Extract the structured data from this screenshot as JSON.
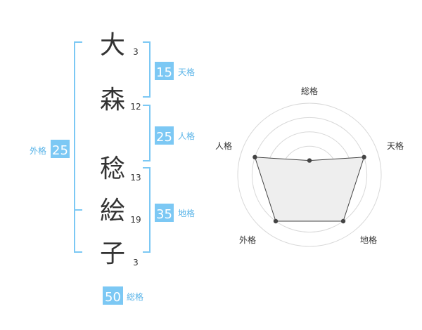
{
  "name": {
    "characters": [
      {
        "char": "大",
        "strokes": "3"
      },
      {
        "char": "森",
        "strokes": "12"
      },
      {
        "char": "稔",
        "strokes": "13"
      },
      {
        "char": "絵",
        "strokes": "19"
      },
      {
        "char": "子",
        "strokes": "3"
      }
    ]
  },
  "fortune": {
    "tenkaku": {
      "value": "15",
      "label": "天格"
    },
    "jinkaku": {
      "value": "25",
      "label": "人格"
    },
    "chikaku": {
      "value": "35",
      "label": "地格"
    },
    "gaikaku": {
      "value": "25",
      "label": "外格"
    },
    "soukaku": {
      "value": "50",
      "label": "総格"
    }
  },
  "radar": {
    "axes": [
      "総格",
      "天格",
      "地格",
      "外格",
      "人格"
    ],
    "levels": 5,
    "values": [
      1,
      4,
      4,
      4,
      4
    ],
    "max": 5
  },
  "colors": {
    "accent": "#7cc8f4",
    "accent_text": "#5ab4e8",
    "badge_text": "#ffffff",
    "text": "#333333",
    "grid": "#d8d8d8",
    "radar_fill": "#eeeeee",
    "radar_stroke": "#444444"
  }
}
